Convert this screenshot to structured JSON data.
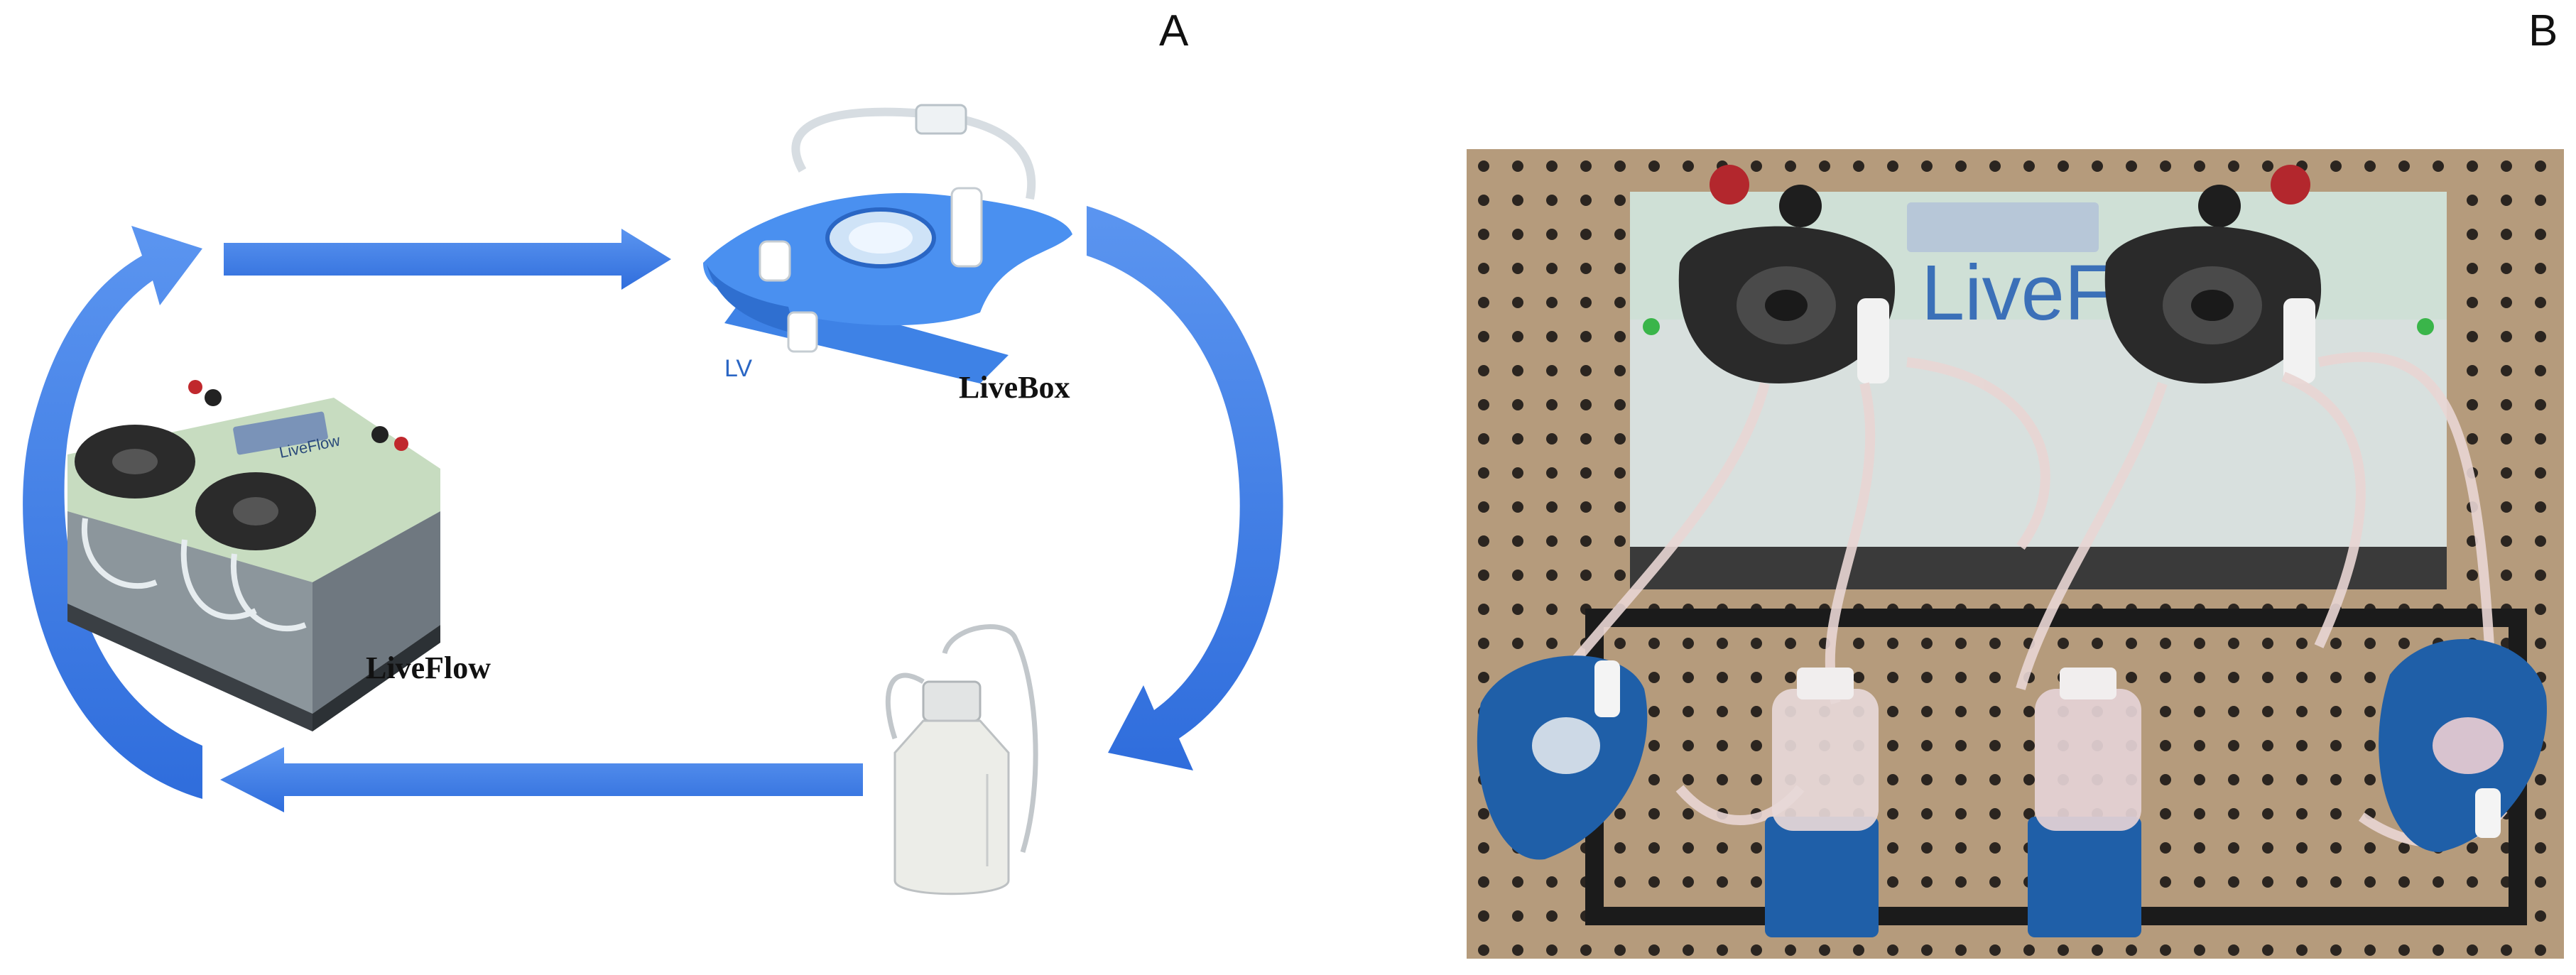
{
  "panels": {
    "a_letter": "A",
    "b_letter": "B"
  },
  "diagram": {
    "liveflow_label": "LiveFlow",
    "livebox_label": "LiveBox",
    "reservoir_label": "",
    "pump_brand": "LiveFlow",
    "arrow_color": "#3f7ee8",
    "device_blue": "#4a90f0",
    "pump_green": "#bfe0b0"
  },
  "photo": {
    "device_brand_text": "LiveFlow",
    "description_colors": {
      "tray": "#b59b7c",
      "device_case": "#d8e0de",
      "chamber_blue": "#1f5fa8",
      "pump_head": "#2a2a2a"
    }
  }
}
